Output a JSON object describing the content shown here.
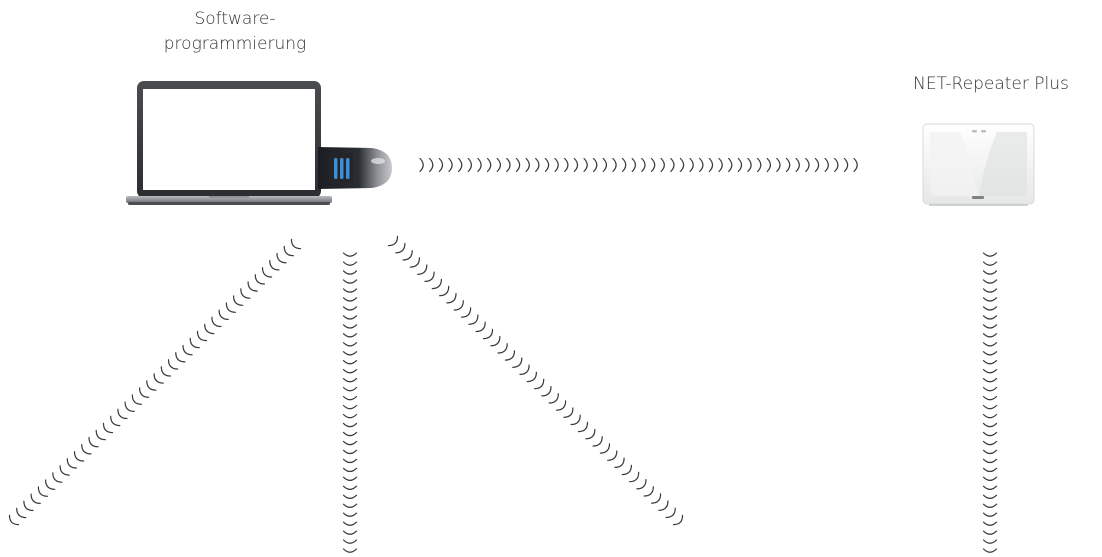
{
  "labels": {
    "software_line1": "Software-",
    "software_line2": "programmierung",
    "repeater": "NET-Repeater Plus"
  },
  "devices": {
    "laptop": "laptop-icon",
    "usb_stick": "usb-stick-icon",
    "repeater": "repeater-device-icon"
  },
  "colors": {
    "stick_accent": "#3a8fd8",
    "wave": "#3a3a3a"
  }
}
